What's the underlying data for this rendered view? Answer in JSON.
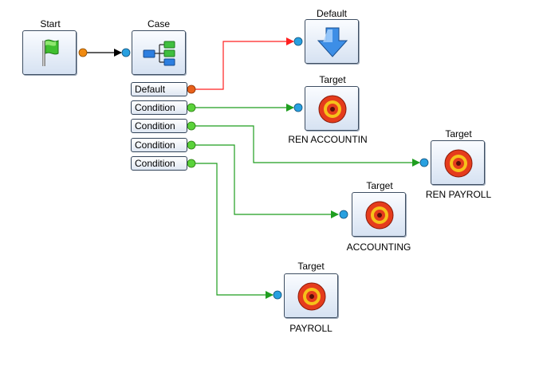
{
  "nodes": {
    "start": {
      "title": "Start",
      "icon": "green-flag-icon"
    },
    "case": {
      "title": "Case",
      "icon": "branch-tree-icon"
    },
    "default": {
      "title": "Default",
      "icon": "down-arrow-icon"
    },
    "target_ren_accounting": {
      "title": "Target",
      "label": "REN ACCOUNTIN",
      "icon": "target-icon"
    },
    "target_ren_payroll": {
      "title": "Target",
      "label": "REN PAYROLL",
      "icon": "target-icon"
    },
    "target_accounting": {
      "title": "Target",
      "label": "ACCOUNTING",
      "icon": "target-icon"
    },
    "target_payroll": {
      "title": "Target",
      "label": "PAYROLL",
      "icon": "target-icon"
    }
  },
  "case_ports": [
    {
      "label": "Default",
      "kind": "default"
    },
    {
      "label": "Condition",
      "kind": "condition"
    },
    {
      "label": "Condition",
      "kind": "condition"
    },
    {
      "label": "Condition",
      "kind": "condition"
    },
    {
      "label": "Condition",
      "kind": "condition"
    }
  ],
  "colors": {
    "default_link": "#ff2020",
    "condition_link": "#1f9e1f",
    "plain_link": "#000000",
    "input_port": "#28a0e0",
    "default_port": "#e8601a",
    "condition_port": "#5ad23a",
    "start_port": "#f08a10"
  }
}
